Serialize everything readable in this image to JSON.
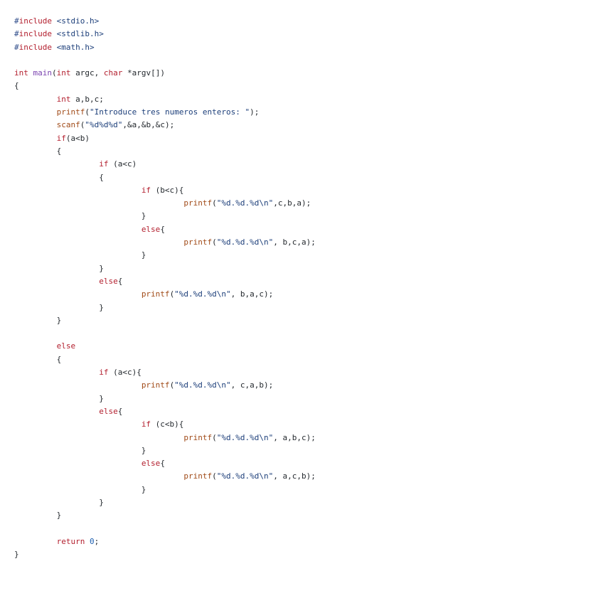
{
  "code_lines": [
    [
      {
        "t": "#",
        "c": "pre"
      },
      {
        "t": "include",
        "c": "kw"
      },
      {
        "t": " ",
        "c": "plain"
      },
      {
        "t": "<stdio.h>",
        "c": "hdr"
      }
    ],
    [
      {
        "t": "#",
        "c": "pre"
      },
      {
        "t": "include",
        "c": "kw"
      },
      {
        "t": " ",
        "c": "plain"
      },
      {
        "t": "<stdlib.h>",
        "c": "hdr"
      }
    ],
    [
      {
        "t": "#",
        "c": "pre"
      },
      {
        "t": "include",
        "c": "kw"
      },
      {
        "t": " ",
        "c": "plain"
      },
      {
        "t": "<math.h>",
        "c": "hdr"
      }
    ],
    [],
    [
      {
        "t": "int",
        "c": "kw"
      },
      {
        "t": " ",
        "c": "plain"
      },
      {
        "t": "main",
        "c": "name"
      },
      {
        "t": "(",
        "c": "plain"
      },
      {
        "t": "int",
        "c": "kw"
      },
      {
        "t": " argc, ",
        "c": "plain"
      },
      {
        "t": "char",
        "c": "kw"
      },
      {
        "t": " *argv[])",
        "c": "plain"
      }
    ],
    [
      {
        "t": "{",
        "c": "plain"
      }
    ],
    [
      {
        "t": "         ",
        "c": "plain"
      },
      {
        "t": "int",
        "c": "kw"
      },
      {
        "t": " a,b,c;",
        "c": "plain"
      }
    ],
    [
      {
        "t": "         ",
        "c": "plain"
      },
      {
        "t": "printf",
        "c": "func"
      },
      {
        "t": "(",
        "c": "plain"
      },
      {
        "t": "\"Introduce tres numeros enteros: \"",
        "c": "str"
      },
      {
        "t": ");",
        "c": "plain"
      }
    ],
    [
      {
        "t": "         ",
        "c": "plain"
      },
      {
        "t": "scanf",
        "c": "func"
      },
      {
        "t": "(",
        "c": "plain"
      },
      {
        "t": "\"%d%d%d\"",
        "c": "str"
      },
      {
        "t": ",&a,&b,&c);",
        "c": "plain"
      }
    ],
    [
      {
        "t": "         ",
        "c": "plain"
      },
      {
        "t": "if",
        "c": "kw"
      },
      {
        "t": "(a<b)",
        "c": "plain"
      }
    ],
    [
      {
        "t": "         {",
        "c": "plain"
      }
    ],
    [
      {
        "t": "                  ",
        "c": "plain"
      },
      {
        "t": "if",
        "c": "kw"
      },
      {
        "t": " (a<c)",
        "c": "plain"
      }
    ],
    [
      {
        "t": "                  {",
        "c": "plain"
      }
    ],
    [
      {
        "t": "                           ",
        "c": "plain"
      },
      {
        "t": "if",
        "c": "kw"
      },
      {
        "t": " (b<c){",
        "c": "plain"
      }
    ],
    [
      {
        "t": "                                    ",
        "c": "plain"
      },
      {
        "t": "printf",
        "c": "func"
      },
      {
        "t": "(",
        "c": "plain"
      },
      {
        "t": "\"%d.%d.%d\\n\"",
        "c": "str"
      },
      {
        "t": ",c,b,a);",
        "c": "plain"
      }
    ],
    [
      {
        "t": "                           }",
        "c": "plain"
      }
    ],
    [
      {
        "t": "                           ",
        "c": "plain"
      },
      {
        "t": "else",
        "c": "kw"
      },
      {
        "t": "{",
        "c": "plain"
      }
    ],
    [
      {
        "t": "                                    ",
        "c": "plain"
      },
      {
        "t": "printf",
        "c": "func"
      },
      {
        "t": "(",
        "c": "plain"
      },
      {
        "t": "\"%d.%d.%d\\n\"",
        "c": "str"
      },
      {
        "t": ", b,c,a);",
        "c": "plain"
      }
    ],
    [
      {
        "t": "                           }",
        "c": "plain"
      }
    ],
    [
      {
        "t": "                  }",
        "c": "plain"
      }
    ],
    [
      {
        "t": "                  ",
        "c": "plain"
      },
      {
        "t": "else",
        "c": "kw"
      },
      {
        "t": "{",
        "c": "plain"
      }
    ],
    [
      {
        "t": "                           ",
        "c": "plain"
      },
      {
        "t": "printf",
        "c": "func"
      },
      {
        "t": "(",
        "c": "plain"
      },
      {
        "t": "\"%d.%d.%d\\n\"",
        "c": "str"
      },
      {
        "t": ", b,a,c);",
        "c": "plain"
      }
    ],
    [
      {
        "t": "                  }",
        "c": "plain"
      }
    ],
    [
      {
        "t": "         }",
        "c": "plain"
      }
    ],
    [],
    [
      {
        "t": "         ",
        "c": "plain"
      },
      {
        "t": "else",
        "c": "kw"
      }
    ],
    [
      {
        "t": "         {",
        "c": "plain"
      }
    ],
    [
      {
        "t": "                  ",
        "c": "plain"
      },
      {
        "t": "if",
        "c": "kw"
      },
      {
        "t": " (a<c){",
        "c": "plain"
      }
    ],
    [
      {
        "t": "                           ",
        "c": "plain"
      },
      {
        "t": "printf",
        "c": "func"
      },
      {
        "t": "(",
        "c": "plain"
      },
      {
        "t": "\"%d.%d.%d\\n\"",
        "c": "str"
      },
      {
        "t": ", c,a,b);",
        "c": "plain"
      }
    ],
    [
      {
        "t": "                  }",
        "c": "plain"
      }
    ],
    [
      {
        "t": "                  ",
        "c": "plain"
      },
      {
        "t": "else",
        "c": "kw"
      },
      {
        "t": "{",
        "c": "plain"
      }
    ],
    [
      {
        "t": "                           ",
        "c": "plain"
      },
      {
        "t": "if",
        "c": "kw"
      },
      {
        "t": " (c<b){",
        "c": "plain"
      }
    ],
    [
      {
        "t": "                                    ",
        "c": "plain"
      },
      {
        "t": "printf",
        "c": "func"
      },
      {
        "t": "(",
        "c": "plain"
      },
      {
        "t": "\"%d.%d.%d\\n\"",
        "c": "str"
      },
      {
        "t": ", a,b,c);",
        "c": "plain"
      }
    ],
    [
      {
        "t": "                           }",
        "c": "plain"
      }
    ],
    [
      {
        "t": "                           ",
        "c": "plain"
      },
      {
        "t": "else",
        "c": "kw"
      },
      {
        "t": "{",
        "c": "plain"
      }
    ],
    [
      {
        "t": "                                    ",
        "c": "plain"
      },
      {
        "t": "printf",
        "c": "func"
      },
      {
        "t": "(",
        "c": "plain"
      },
      {
        "t": "\"%d.%d.%d\\n\"",
        "c": "str"
      },
      {
        "t": ", a,c,b);",
        "c": "plain"
      }
    ],
    [
      {
        "t": "                           }",
        "c": "plain"
      }
    ],
    [
      {
        "t": "                  }",
        "c": "plain"
      }
    ],
    [
      {
        "t": "         }",
        "c": "plain"
      }
    ],
    [],
    [
      {
        "t": "         ",
        "c": "plain"
      },
      {
        "t": "return",
        "c": "kw"
      },
      {
        "t": " ",
        "c": "plain"
      },
      {
        "t": "0",
        "c": "num"
      },
      {
        "t": ";",
        "c": "plain"
      }
    ],
    [
      {
        "t": "}",
        "c": "plain"
      }
    ]
  ]
}
